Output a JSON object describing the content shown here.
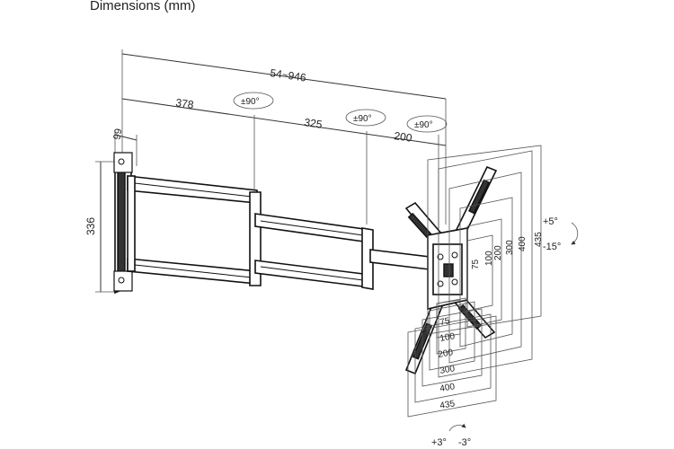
{
  "title": "Dimensions (mm)",
  "dimensions": {
    "total_reach": "54~946",
    "arm1": "378",
    "arm2": "325",
    "arm3": "200",
    "plate_depth": "99",
    "plate_height": "336"
  },
  "swivel": {
    "joint1": "±90°",
    "joint2": "±90°",
    "joint3": "±90°"
  },
  "tilt": {
    "up": "+5°",
    "down": "-15°"
  },
  "level": {
    "left": "+3°",
    "right": "-3°"
  },
  "vesa_vertical": [
    "75",
    "100",
    "200",
    "300",
    "400",
    "435"
  ],
  "vesa_horizontal": [
    "75",
    "100",
    "200",
    "300",
    "400",
    "435"
  ]
}
